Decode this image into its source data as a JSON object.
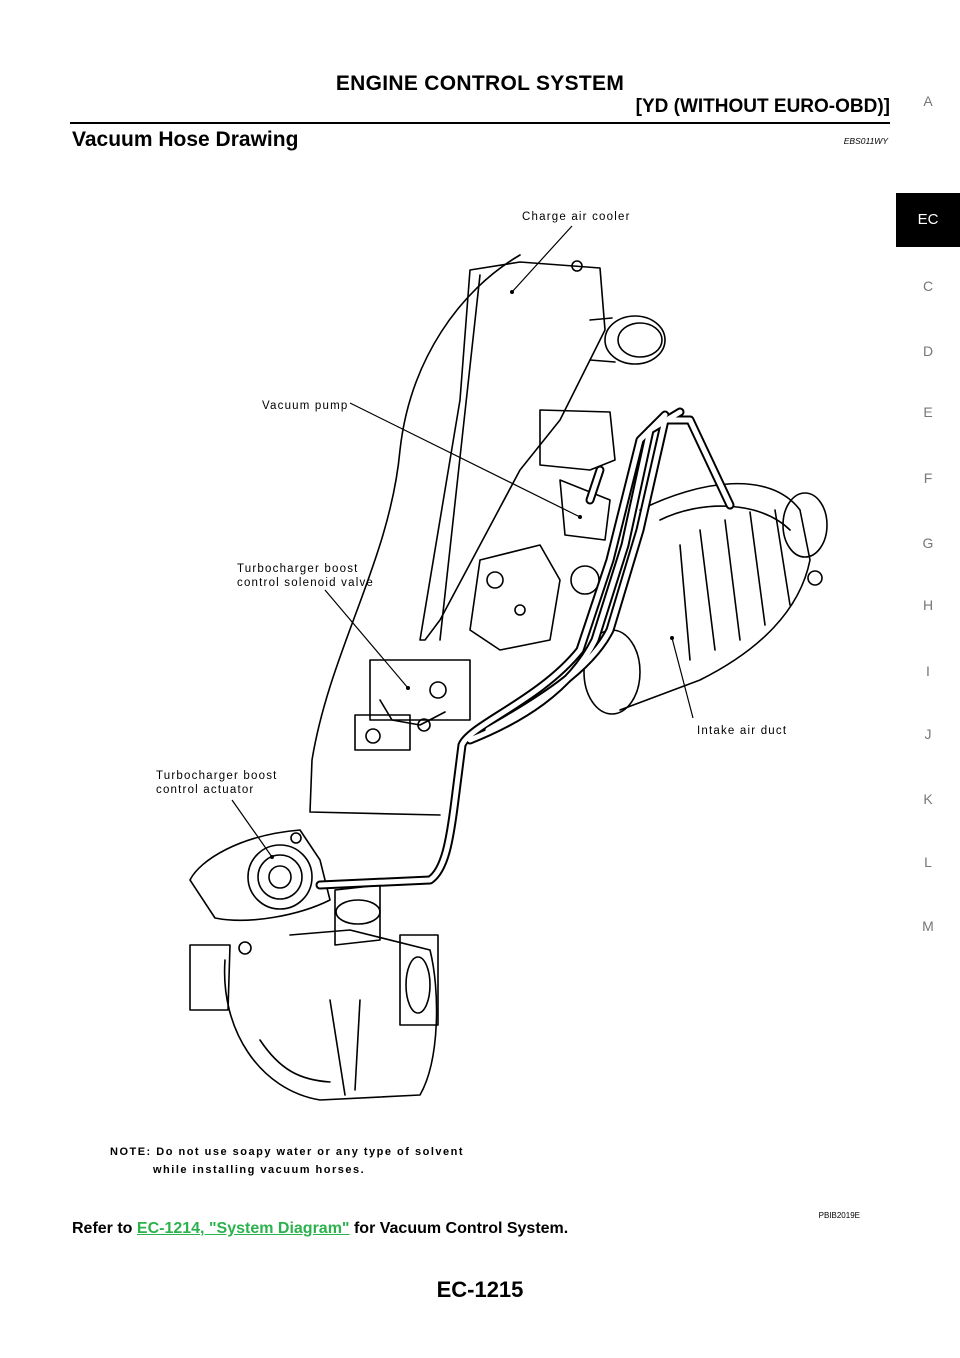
{
  "header": {
    "title": "ENGINE CONTROL SYSTEM",
    "subtitle": "[YD (WITHOUT EURO-OBD)]"
  },
  "section": {
    "title": "Vacuum Hose Drawing",
    "code": "EBS011WY"
  },
  "side_tabs": [
    "A",
    "EC",
    "C",
    "D",
    "E",
    "F",
    "G",
    "H",
    "I",
    "J",
    "K",
    "L",
    "M"
  ],
  "active_tab": "EC",
  "figure": {
    "labels": {
      "charge_air_cooler": "Charge air cooler",
      "vacuum_pump": "Vacuum pump",
      "solenoid_line1": "Turbocharger boost",
      "solenoid_line2": "control solenoid valve",
      "actuator_line1": "Turbocharger boost",
      "actuator_line2": "control actuator",
      "intake_air_duct": "Intake air duct"
    },
    "note_line1": "NOTE: Do not use soapy water or any type of solvent",
    "note_line2": "while installing vacuum horses.",
    "code": "PBIB2019E"
  },
  "refer": {
    "prefix": "Refer to ",
    "link": "EC-1214, \"System Diagram\"",
    "suffix": " for Vacuum Control System."
  },
  "page_number": "EC-1215"
}
